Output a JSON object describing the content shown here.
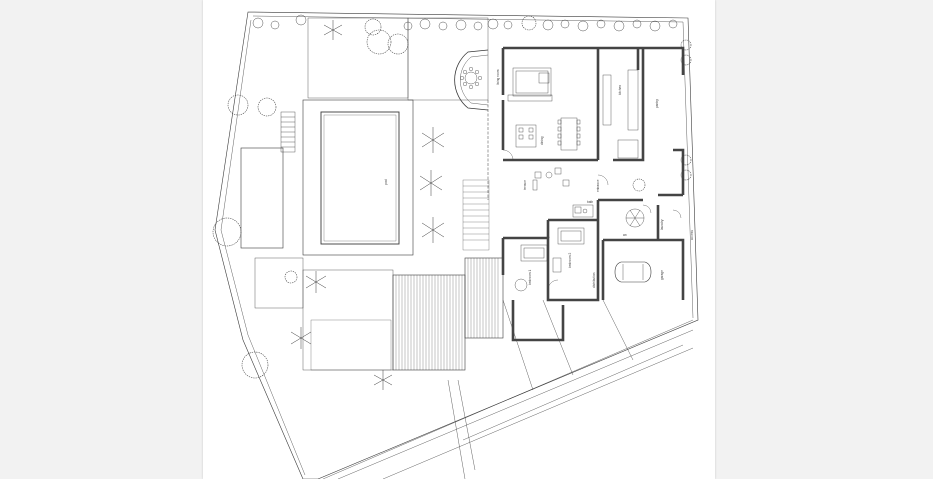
{
  "viewer": {
    "background": "#f2f2f2",
    "sheet_color": "#ffffff"
  },
  "drawing": {
    "line_color": "#3a3a3a",
    "wall_color": "#444444",
    "labels": {
      "pool": "pool",
      "terrace": "terrace",
      "living": "living room",
      "dining": "dining",
      "kitchen": "kitchen",
      "pantry": "pantry",
      "entrance": "entrance",
      "distribution": "distribution",
      "bedroom1": "bedroom 1",
      "bedroom2": "bedroom 2",
      "bath": "bath",
      "wc": "wc",
      "garage": "garage",
      "laundry": "laundry",
      "access": "access"
    }
  }
}
